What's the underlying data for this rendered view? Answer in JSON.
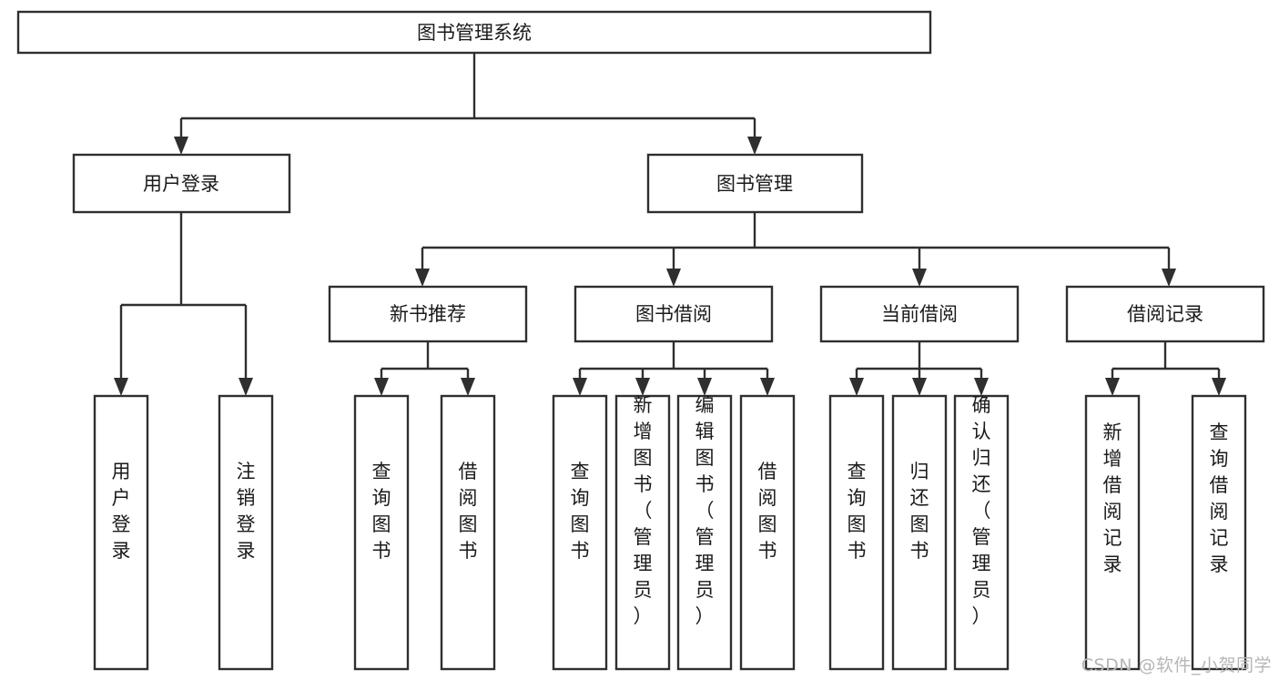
{
  "diagram": {
    "title": "图书管理系统",
    "type": "tree",
    "orientation": "top-down",
    "colors": {
      "box_stroke": "#2f2f2f",
      "box_fill": "#ffffff",
      "connector": "#2f2f2f",
      "text": "#1a1a1a",
      "background": "#ffffff",
      "watermark": "#b6b6b6"
    },
    "root": {
      "label": "图书管理系统"
    },
    "level2": [
      {
        "label": "用户登录"
      },
      {
        "label": "图书管理"
      }
    ],
    "level3": [
      {
        "label": "新书推荐"
      },
      {
        "label": "图书借阅"
      },
      {
        "label": "当前借阅"
      },
      {
        "label": "借阅记录"
      }
    ],
    "leaves": {
      "user_login": [
        {
          "label": "用户登录"
        },
        {
          "label": "注销登录"
        }
      ],
      "new_book_recommend": [
        {
          "label": "查询图书"
        },
        {
          "label": "借阅图书"
        }
      ],
      "book_borrow": [
        {
          "label": "查询图书"
        },
        {
          "label": "新增图书（管理员）"
        },
        {
          "label": "编辑图书（管理员）"
        },
        {
          "label": "借阅图书"
        }
      ],
      "current_borrow": [
        {
          "label": "查询图书"
        },
        {
          "label": "归还图书"
        },
        {
          "label": "确认归还（管理员）"
        }
      ],
      "borrow_record": [
        {
          "label": "新增借阅记录"
        },
        {
          "label": "查询借阅记录"
        }
      ]
    }
  },
  "watermark": {
    "text": "CSDN @软件_小贺同学"
  }
}
